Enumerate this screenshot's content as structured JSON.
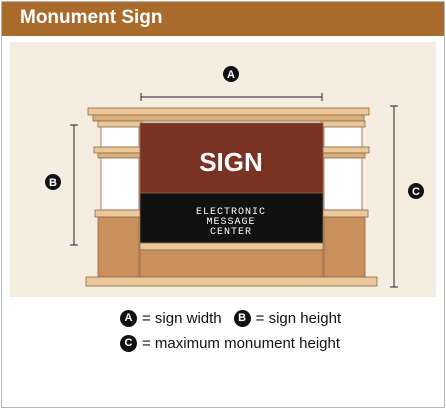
{
  "header": {
    "title": "Monument Sign"
  },
  "diagram": {
    "sign_text": "SIGN",
    "message_center_lines": [
      "ELECTRONIC",
      "MESSAGE",
      "CENTER"
    ],
    "dimension_markers": {
      "a": "A",
      "b": "B",
      "c": "C"
    }
  },
  "legend": [
    {
      "letter": "A",
      "text": "= sign width"
    },
    {
      "letter": "B",
      "text": "= sign height"
    },
    {
      "letter": "C",
      "text": "= maximum monument height"
    }
  ],
  "colors": {
    "header": "#a96b2c",
    "panel": "#f5ede0",
    "sign_face": "#7a3322",
    "message_board": "#111111",
    "base": "#c98f5c",
    "trim": "#ecc79a",
    "column_white": "#ffffff"
  }
}
